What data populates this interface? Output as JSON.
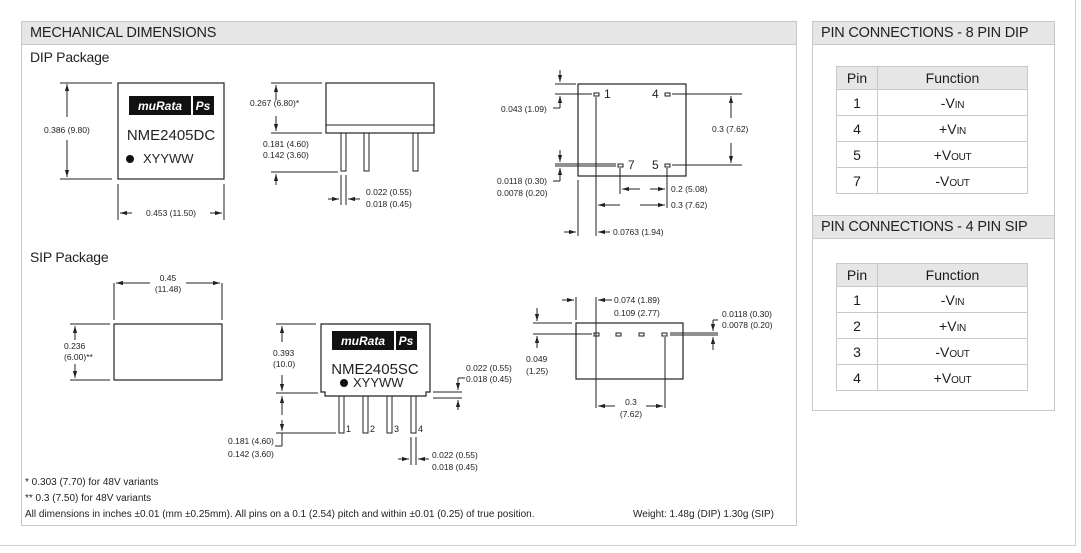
{
  "mechanical": {
    "title": "MECHANICAL DIMENSIONS",
    "dip": {
      "subtitle": "DIP Package",
      "brand": "muRata",
      "brand_mark": "Ps",
      "part_number": "NME2405DC",
      "date_code": "XYYWW",
      "height_dim": "0.386 (9.80)",
      "width_dim": "0.453 (11.50)",
      "body_height_dim": "0.267 (6.80)*",
      "pin_length_max": "0.181 (4.60)",
      "pin_length_min": "0.142 (3.60)",
      "pin_width_max": "0.022 (0.55)",
      "pin_width_min": "0.018 (0.45)",
      "bottom_view": {
        "pin_labels": [
          "1",
          "4",
          "7",
          "5"
        ],
        "offset_top": "0.043 (1.09)",
        "row_spacing": "0.3 (7.62)",
        "pin_thick_max": "0.0118 (0.30)",
        "pin_thick_min": "0.0078 (0.20)",
        "pitch_7_5": "0.2 (5.08)",
        "pitch_1_5": "0.3 (7.62)",
        "edge_offset": "0.0763 (1.94)"
      }
    },
    "sip": {
      "subtitle": "SIP Package",
      "brand": "muRata",
      "brand_mark": "Ps",
      "part_number": "NME2405SC",
      "date_code": "XYYWW",
      "top_width_in": "0.45",
      "top_width_mm": "(11.48)",
      "top_height_in": "0.236",
      "top_height_mm": "(6.00)**",
      "body_height_in": "0.393",
      "body_height_mm": "(10.0)",
      "pin_labels": [
        "1",
        "2",
        "3",
        "4"
      ],
      "pin_length_max": "0.181 (4.60)",
      "pin_length_min": "0.142 (3.60)",
      "pin_width_max": "0.022 (0.55)",
      "pin_width_min": "0.018 (0.45)",
      "side_pin_max": "0.022 (0.55)",
      "side_pin_min": "0.018 (0.45)",
      "bottom_view": {
        "pin1_offset_a": "0.074 (1.89)",
        "pin1_offset_b": "0.109 (2.77)",
        "row_offset_in": "0.049",
        "row_offset_mm": "(1.25)",
        "pin_thick_max": "0.0118 (0.30)",
        "pin_thick_min": "0.0078 (0.20)",
        "span_in": "0.3",
        "span_mm": "(7.62)"
      }
    },
    "notes": {
      "note1": "*  0.303 (7.70) for 48V variants",
      "note2": "** 0.3 (7.50) for 48V variants",
      "tolerance": "All dimensions in inches ±0.01 (mm ±0.25mm). All pins on a 0.1 (2.54) pitch and within ±0.01 (0.25) of true position.",
      "weight": "Weight: 1.48g (DIP) 1.30g (SIP)"
    }
  },
  "pin_dip": {
    "title": "PIN CONNECTIONS - 8 PIN DIP",
    "headers": [
      "Pin",
      "Function"
    ],
    "rows": [
      {
        "pin": "1",
        "sign": "-",
        "v": "V",
        "sub": "IN"
      },
      {
        "pin": "4",
        "sign": "+",
        "v": "V",
        "sub": "IN"
      },
      {
        "pin": "5",
        "sign": "+",
        "v": "V",
        "sub": "OUT"
      },
      {
        "pin": "7",
        "sign": "-",
        "v": "V",
        "sub": "OUT"
      }
    ]
  },
  "pin_sip": {
    "title": "PIN CONNECTIONS - 4 PIN SIP",
    "headers": [
      "Pin",
      "Function"
    ],
    "rows": [
      {
        "pin": "1",
        "sign": "-",
        "v": "V",
        "sub": "IN"
      },
      {
        "pin": "2",
        "sign": "+",
        "v": "V",
        "sub": "IN"
      },
      {
        "pin": "3",
        "sign": "-",
        "v": "V",
        "sub": "OUT"
      },
      {
        "pin": "4",
        "sign": "+",
        "v": "V",
        "sub": "OUT"
      }
    ]
  }
}
